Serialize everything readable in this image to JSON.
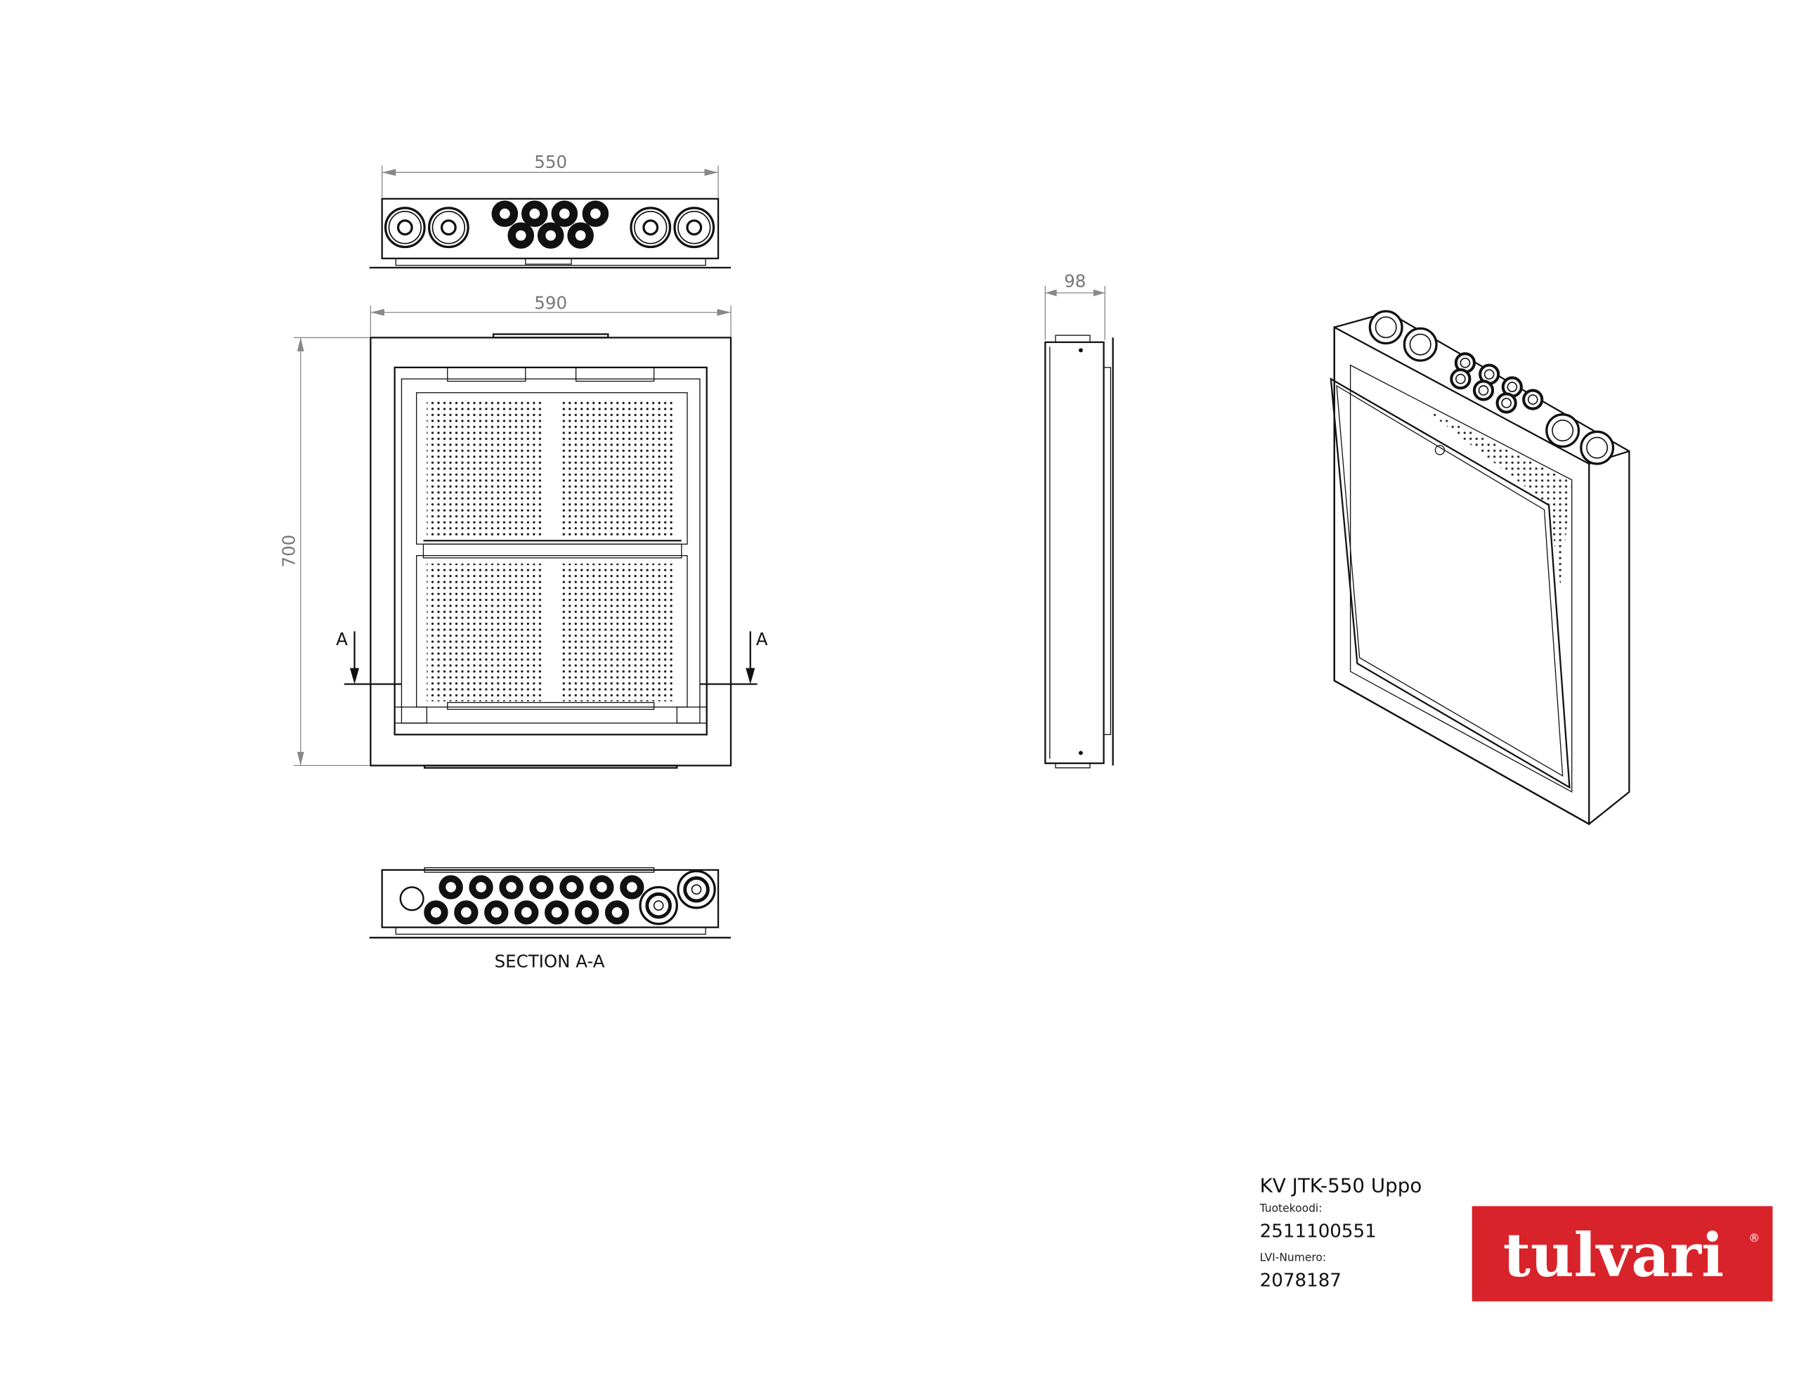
{
  "drawing": {
    "top_view": {
      "width_label": "550"
    },
    "front_view": {
      "width_label": "590",
      "height_label": "700",
      "section_marker_left": "A",
      "section_marker_right": "A"
    },
    "section_view": {
      "label": "SECTION A-A"
    },
    "side_view": {
      "depth_label": "98"
    }
  },
  "title_block": {
    "product_name": "KV JTK-550 Uppo",
    "product_code_label": "Tuotekoodi:",
    "product_code": "2511100551",
    "lvi_label": "LVI-Numero:",
    "lvi_number": "2078187"
  },
  "logo": {
    "text": "tulvari",
    "registered": "®",
    "color": "#d9232a"
  }
}
